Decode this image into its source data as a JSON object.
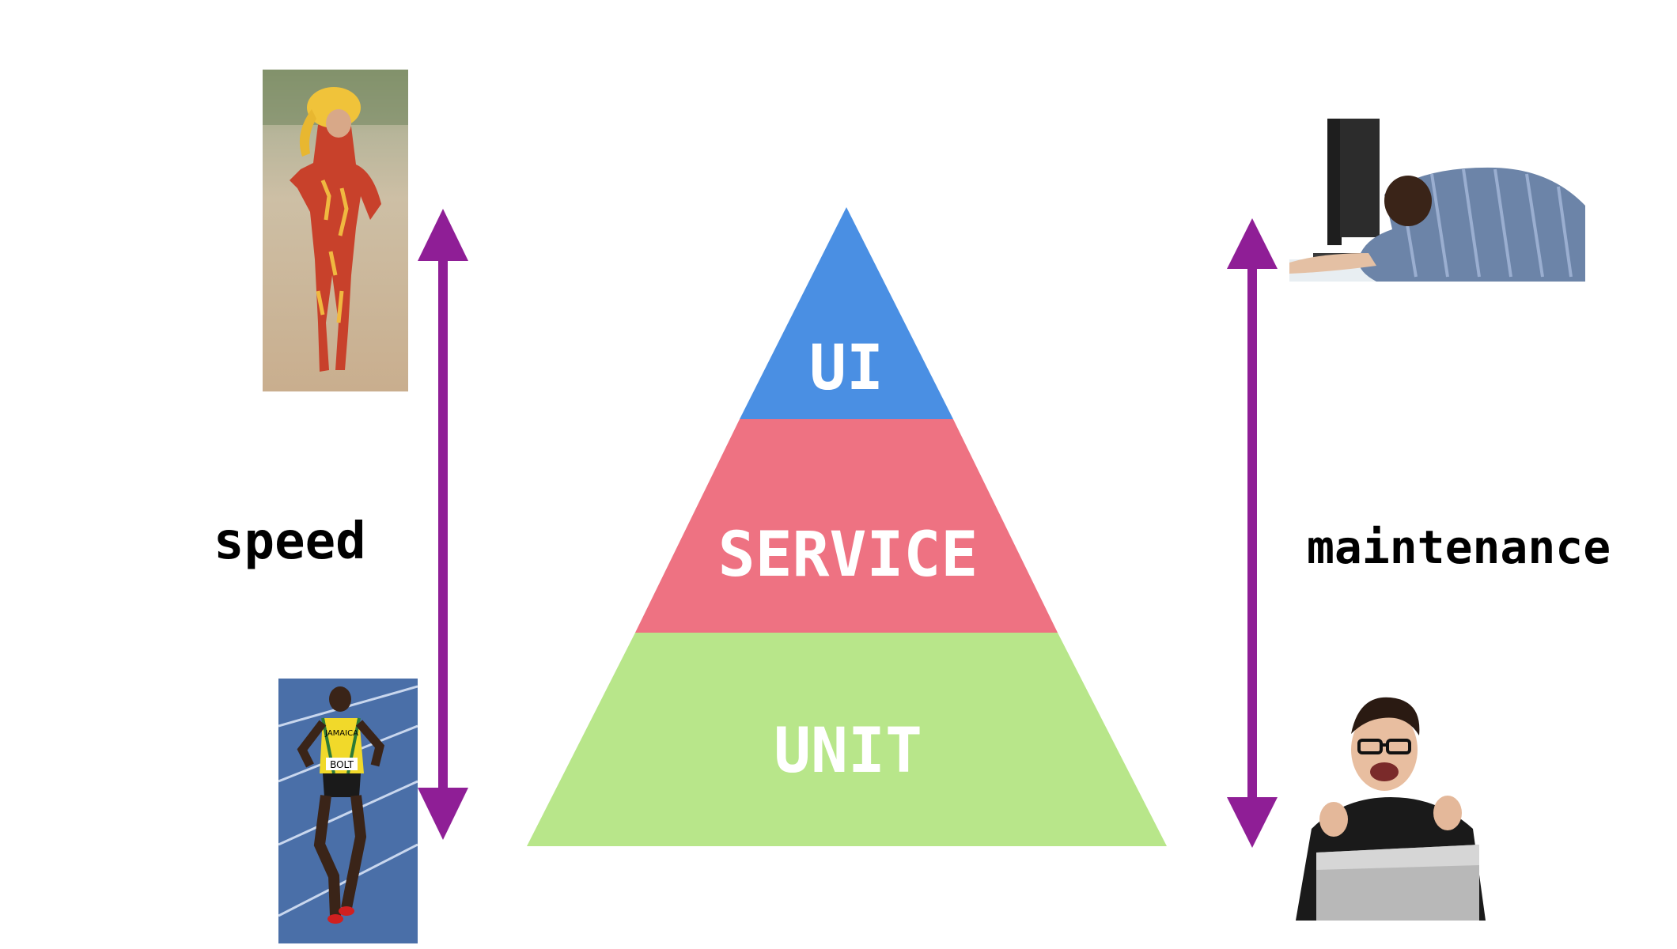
{
  "slide": {
    "background": "#ffffff",
    "pyramid": {
      "tiers": [
        {
          "id": "ui",
          "label": "UI",
          "color": "#4a8fe3"
        },
        {
          "id": "service",
          "label": "SERVICE",
          "color": "#ee7282"
        },
        {
          "id": "unit",
          "label": "UNIT",
          "color": "#b8e68a"
        }
      ]
    },
    "left_axis": {
      "label": "speed",
      "arrow_color": "#8f1e96",
      "top_image": "costumed-runner-photo",
      "bottom_image": "sprinter-photo"
    },
    "right_axis": {
      "label": "maintenance",
      "arrow_color": "#8f1e96",
      "top_image": "frustrated-worker-photo",
      "bottom_image": "happy-developer-photo"
    },
    "sprinter_bib": {
      "jersey": "JAMAICA",
      "bib": "BOLT"
    }
  }
}
